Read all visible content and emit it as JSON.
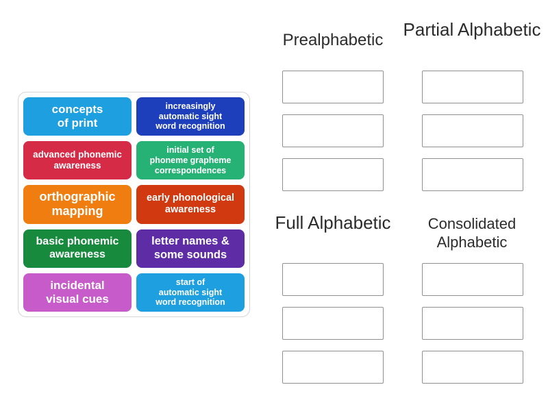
{
  "tile_tray": {
    "tiles": [
      {
        "label": "concepts\nof print",
        "color": "#1e9fe0"
      },
      {
        "label": "increasingly\nautomatic sight\nword recognition",
        "color": "#1d3fbb"
      },
      {
        "label": "advanced phonemic\nawareness",
        "color": "#d52b47"
      },
      {
        "label": "initial set of\nphoneme grapheme\ncorrespondences",
        "color": "#27b275"
      },
      {
        "label": "orthographic\nmapping",
        "color": "#f07d10"
      },
      {
        "label": "early phonological\nawareness",
        "color": "#d13a10"
      },
      {
        "label": "basic phonemic\nawareness",
        "color": "#178a3d"
      },
      {
        "label": "letter names &\nsome sounds",
        "color": "#5e2ca5"
      },
      {
        "label": "incidental\nvisual cues",
        "color": "#c75bc9"
      },
      {
        "label": "start of\nautomatic sight\nword recognition",
        "color": "#1e9fe0"
      }
    ]
  },
  "groups": [
    {
      "label": "Prealphabetic",
      "slot_count": 3
    },
    {
      "label": "Partial Alphabetic",
      "slot_count": 3
    },
    {
      "label": "Full Alphabetic",
      "slot_count": 3
    },
    {
      "label": "Consolidated Alphabetic",
      "slot_count": 3
    }
  ],
  "colors": {
    "background": "#ffffff",
    "header_text": "#2b2b2b",
    "slot_border": "#8f8f8f",
    "tray_border": "#d4d4d4"
  }
}
